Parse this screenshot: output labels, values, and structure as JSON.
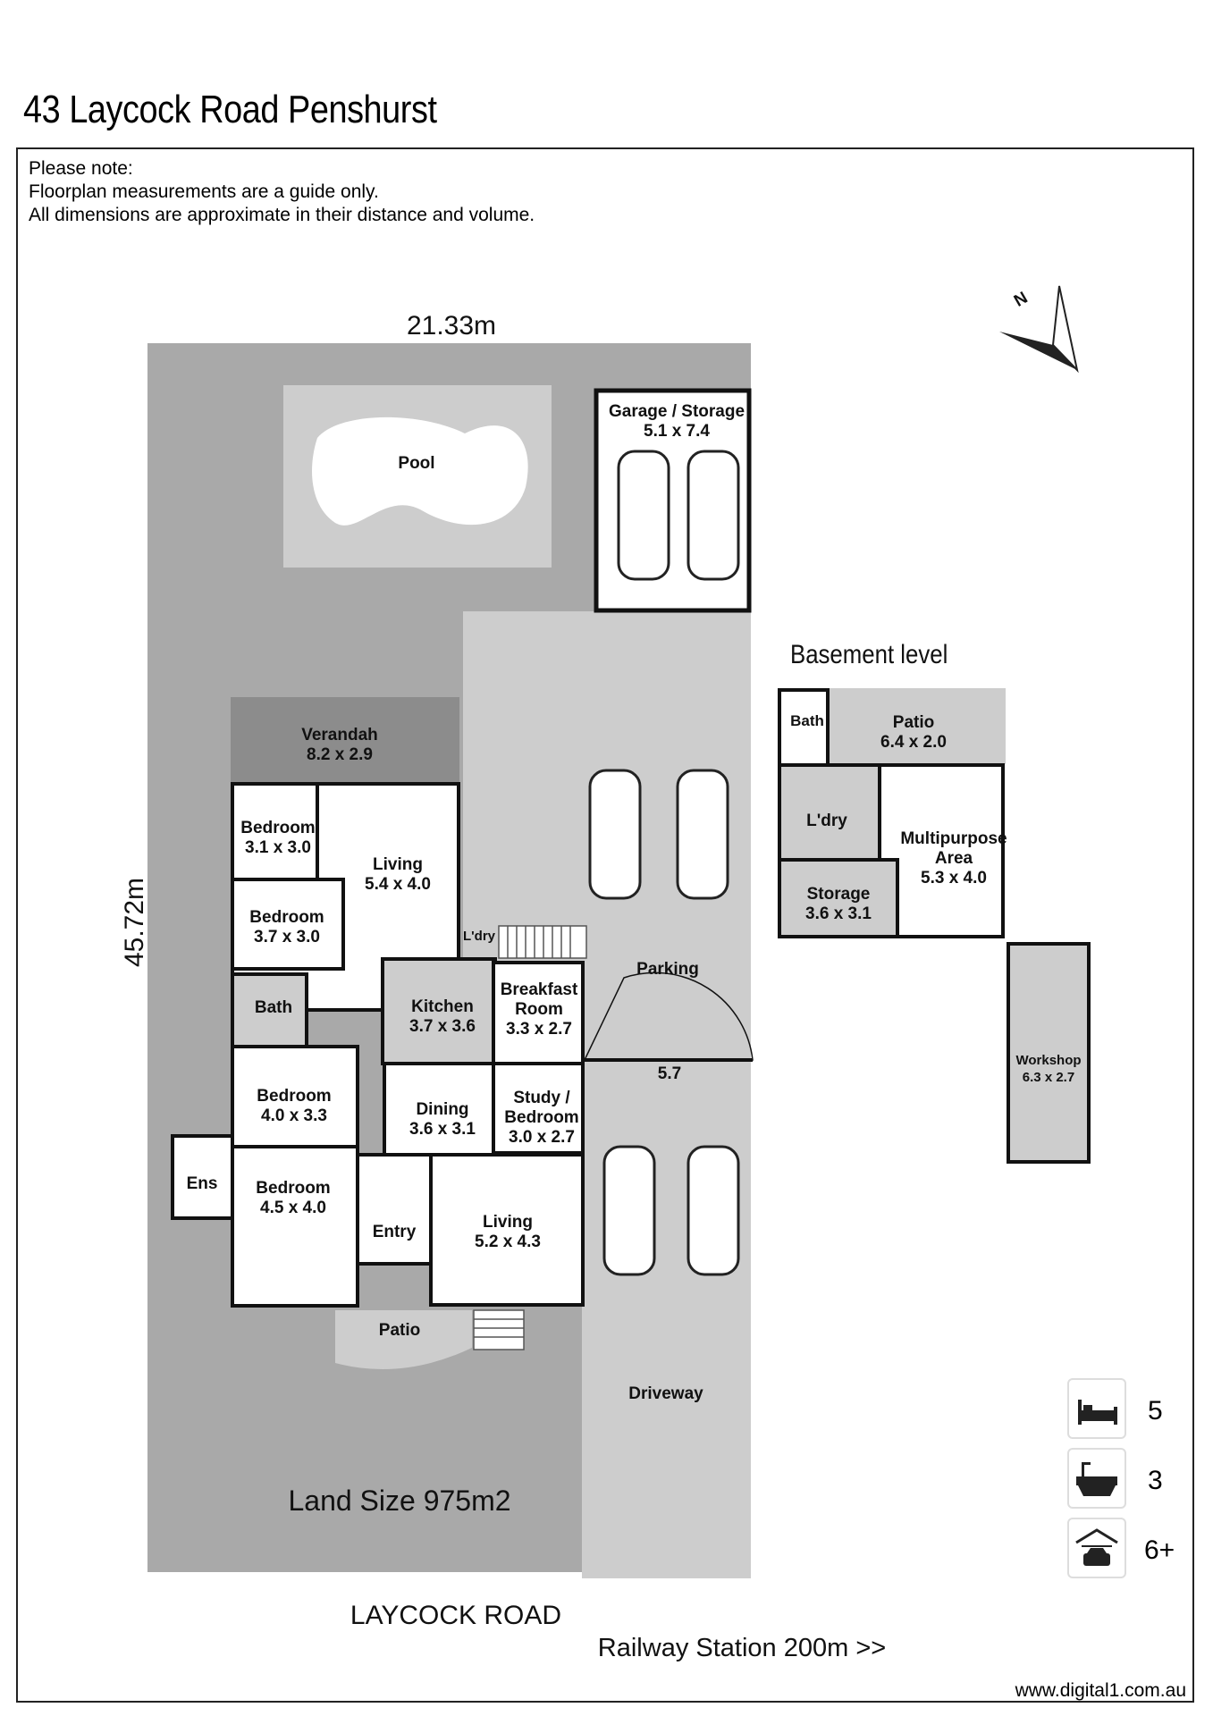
{
  "title": "43 Laycock Road Penshurst",
  "note": {
    "line1": "Please note:",
    "line2": "Floorplan measurements are a guide only.",
    "line3": "All dimensions are approximate in their distance and volume."
  },
  "dimensions": {
    "width": "21.33m",
    "depth": "45.72m",
    "parking_width": "5.7"
  },
  "compass": "N",
  "rooms": {
    "pool": "Pool",
    "garage": {
      "name": "Garage / Storage",
      "size": "5.1 x 7.4"
    },
    "verandah": {
      "name": "Verandah",
      "size": "8.2 x 2.9"
    },
    "bedroom1": {
      "name": "Bedroom",
      "size": "3.1 x 3.0"
    },
    "living1": {
      "name": "Living",
      "size": "5.4 x 4.0"
    },
    "bedroom2": {
      "name": "Bedroom",
      "size": "3.7 x 3.0"
    },
    "laundry_main": "L'dry",
    "bath_main": "Bath",
    "kitchen": {
      "name": "Kitchen",
      "size": "3.7 x 3.6"
    },
    "breakfast": {
      "name": "Breakfast",
      "name2": "Room",
      "size": "3.3 x 2.7"
    },
    "bedroom3": {
      "name": "Bedroom",
      "size": "4.0 x 3.3"
    },
    "dining": {
      "name": "Dining",
      "size": "3.6 x 3.1"
    },
    "study": {
      "name": "Study /",
      "name2": "Bedroom",
      "size": "3.0 x 2.7"
    },
    "ens": "Ens",
    "bedroom4": {
      "name": "Bedroom",
      "size": "4.5 x 4.0"
    },
    "entry": "Entry",
    "living2": {
      "name": "Living",
      "size": "5.2 x 4.3"
    },
    "patio_front": "Patio",
    "parking": "Parking",
    "driveway": "Driveway"
  },
  "basement": {
    "title": "Basement level",
    "bath": "Bath",
    "patio": {
      "name": "Patio",
      "size": "6.4 x 2.0"
    },
    "laundry": "L'dry",
    "multipurpose": {
      "name": "Multipurpose",
      "name2": "Area",
      "size": "5.3 x 4.0"
    },
    "storage": {
      "name": "Storage",
      "size": "3.6 x 3.1"
    },
    "workshop": {
      "name": "Workshop",
      "size": "6.3 x 2.7"
    }
  },
  "land_size": "Land Size 975m2",
  "street": "LAYCOCK ROAD",
  "railway": "Railway Station 200m >>",
  "features": {
    "bedrooms": {
      "icon": "bed-icon",
      "value": "5"
    },
    "bathrooms": {
      "icon": "bathtub-icon",
      "value": "3"
    },
    "parking": {
      "icon": "car-garage-icon",
      "value": "6+"
    }
  },
  "website": "www.digital1.com.au",
  "colors": {
    "land": "#a9a9a9",
    "paved": "#cdcdcd",
    "verandah": "#8c8c8c",
    "walls": "#111111"
  }
}
